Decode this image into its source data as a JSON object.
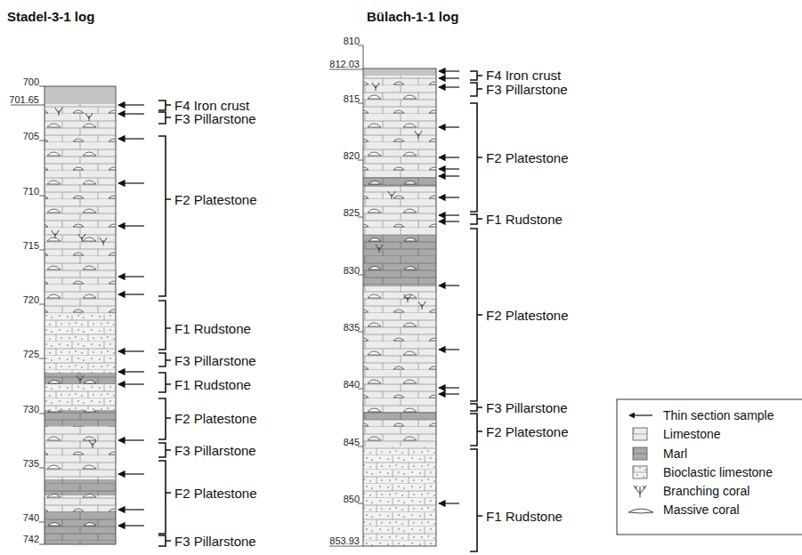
{
  "diagram": {
    "labels": [
      "Stadel-3-1 log",
      "700",
      "701.65",
      "705",
      "710",
      "715",
      "720",
      "725",
      "730",
      "735",
      "740",
      "742",
      "F4 Iron crust",
      "F3 Pillarstone",
      "F2 Platestone",
      "F1 Rudstone",
      "F3 Pillarstone",
      "F1 Rudstone",
      "F2 Platestone",
      "F3 Pillarstone",
      "F2 Platestone",
      "F3 Pillarstone",
      "Bülach-1-1 log",
      "810",
      "812.03",
      "815",
      "820",
      "825",
      "830",
      "835",
      "840",
      "845",
      "850",
      "853.93",
      "F4 Iron crust",
      "F3 Pillarstone",
      "F2 Platestone",
      "F1 Rudstone",
      "F2 Platestone",
      "F3 Pillarstone",
      "F2 Platestone",
      "F1 Rudstone"
    ],
    "legend": [
      {
        "text": "Thin section sample"
      },
      {
        "text": "Limestone"
      },
      {
        "text": "Marl"
      },
      {
        "text": "Bioclastic limestone"
      },
      {
        "text": "Branching coral"
      },
      {
        "text": "Massive coral"
      }
    ]
  }
}
